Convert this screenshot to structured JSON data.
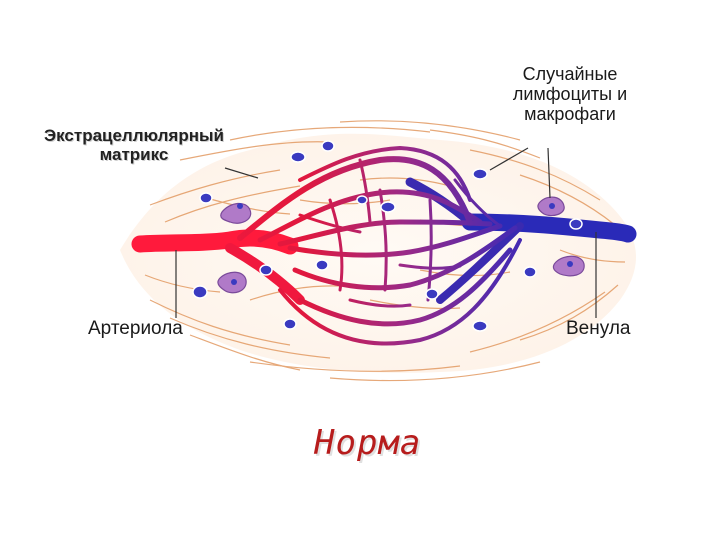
{
  "labels": {
    "extracellular_matrix": [
      "Экстрацеллюлярный",
      "матрикс"
    ],
    "lymphocytes_macrophages": [
      "Случайные",
      "лимфоциты и",
      "макрофаги"
    ],
    "arteriole": "Артериола",
    "venule": "Венула",
    "title": "Норма"
  },
  "colors": {
    "arterial": "#e8143c",
    "venous": "#2a2ab8",
    "capillary_mid": "#8e2a8a",
    "fibers": "#e0a070",
    "cells": "#3a3ac0",
    "macrophage": "#b07ac8",
    "title": "#b71c1c"
  }
}
